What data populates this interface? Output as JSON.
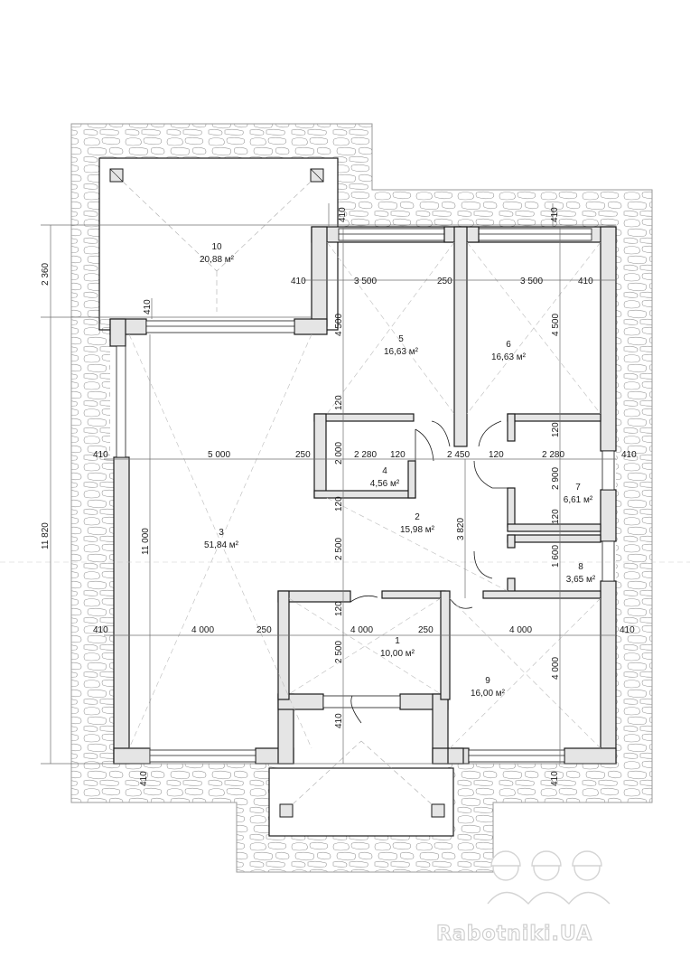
{
  "rooms": [
    {
      "num": "1",
      "area": "10,00 м²"
    },
    {
      "num": "2",
      "area": "15,98 м²"
    },
    {
      "num": "3",
      "area": "51,84 м²"
    },
    {
      "num": "4",
      "area": "4,56 м²"
    },
    {
      "num": "5",
      "area": "16,63 м²"
    },
    {
      "num": "6",
      "area": "16,63 м²"
    },
    {
      "num": "7",
      "area": "6,61 м²"
    },
    {
      "num": "8",
      "area": "3,65 м²"
    },
    {
      "num": "9",
      "area": "16,00 м²"
    },
    {
      "num": "10",
      "area": "20,88 м²"
    }
  ],
  "dimensions": {
    "top_row": [
      "410",
      "3 500",
      "250",
      "3 500",
      "410"
    ],
    "top_wall_marks": [
      "410",
      "410"
    ],
    "terrace_wall_mark": "410",
    "left_row": [
      "410",
      "5 000",
      "250"
    ],
    "corridor_row": [
      "2 280",
      "120",
      "2 450",
      "120",
      "2 280",
      "410"
    ],
    "lower_row_left": [
      "410",
      "4 000",
      "250"
    ],
    "lower_row_mid": [
      "4 000",
      "250"
    ],
    "lower_row_right": [
      "4 000",
      "410"
    ],
    "bottom_marks": [
      "410",
      "410",
      "410"
    ],
    "vertical_room5": [
      "4 500",
      "120",
      "2 000",
      "120",
      "2 500",
      "120",
      "2 500"
    ],
    "vertical_room6": [
      "4 500",
      "120",
      "2 900",
      "120",
      "1 600"
    ],
    "vertical_room9": "4 000",
    "vertical_hall": "3 820",
    "vertical_room3": "11 000",
    "overall_vertical": "11 820",
    "terrace_depth": "2 360"
  },
  "watermark": "Rabotniki.UA",
  "colors": {
    "wall": "#e5e5e5",
    "line": "#1a1a1a",
    "stone": "#9a9a9a",
    "dim": "#6f6f6f"
  }
}
